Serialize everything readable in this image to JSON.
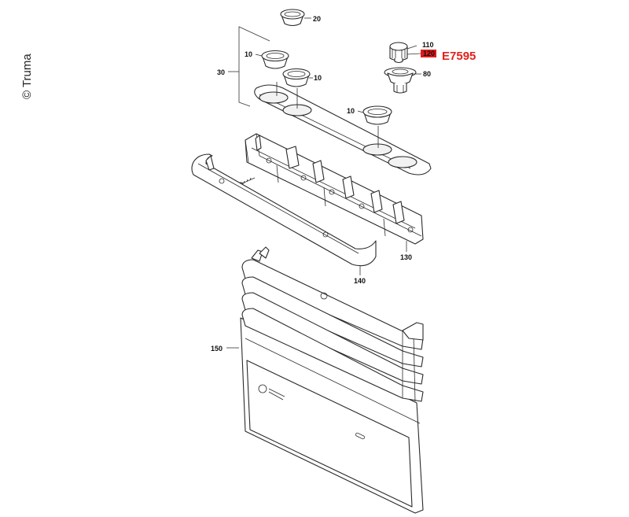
{
  "copyright": "© Truma",
  "article_code": "E7595",
  "highlighted_part": "120",
  "highlight_color": "#e01919",
  "code_color": "#e2221c",
  "labels": {
    "p20": "20",
    "p10a": "10",
    "p10b": "10",
    "p30": "30",
    "p10c": "10",
    "p110": "110",
    "p80": "80",
    "p130": "130",
    "p140": "140",
    "p150": "150"
  }
}
